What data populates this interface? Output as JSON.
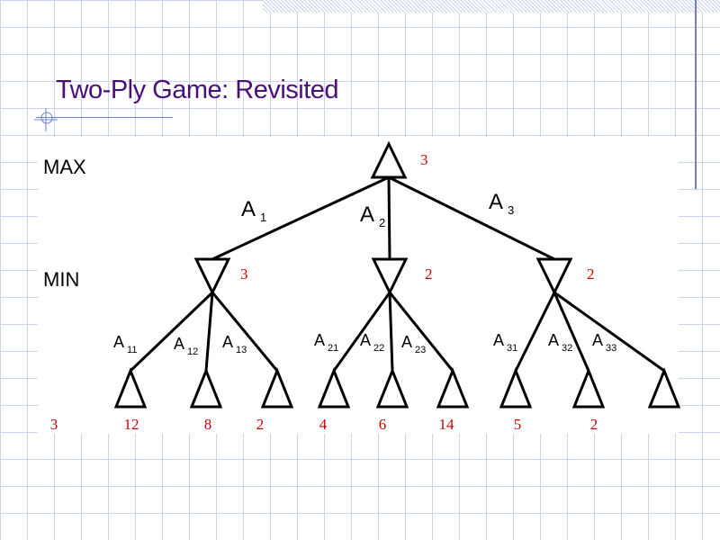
{
  "slide": {
    "title": "Two-Ply Game: Revisited",
    "value_color": "#cc0000",
    "title_color": "#4b0f7a"
  },
  "levels": {
    "max": "MAX",
    "min": "MIN"
  },
  "root": {
    "value": "3"
  },
  "moves": [
    {
      "label": "A",
      "sub": "1",
      "value": "3",
      "children": [
        {
          "label": "A",
          "sub": "11",
          "leaf_value": "12"
        },
        {
          "label": "A",
          "sub": "12",
          "leaf_value": "8"
        },
        {
          "label": "A",
          "sub": "13",
          "leaf_value": "2"
        }
      ]
    },
    {
      "label": "A",
      "sub": "2",
      "value": "2",
      "children": [
        {
          "label": "A",
          "sub": "21",
          "leaf_value": "4"
        },
        {
          "label": "A",
          "sub": "22",
          "leaf_value": "6"
        },
        {
          "label": "A",
          "sub": "23",
          "leaf_value": "14"
        }
      ]
    },
    {
      "label": "A",
      "sub": "3",
      "value": "2",
      "children": [
        {
          "label": "A",
          "sub": "31",
          "leaf_value": "5"
        },
        {
          "label": "A",
          "sub": "32",
          "leaf_value": "2"
        },
        {
          "label": "A",
          "sub": "33",
          "leaf_value": ""
        }
      ]
    }
  ],
  "extra_leaf_value": "3"
}
